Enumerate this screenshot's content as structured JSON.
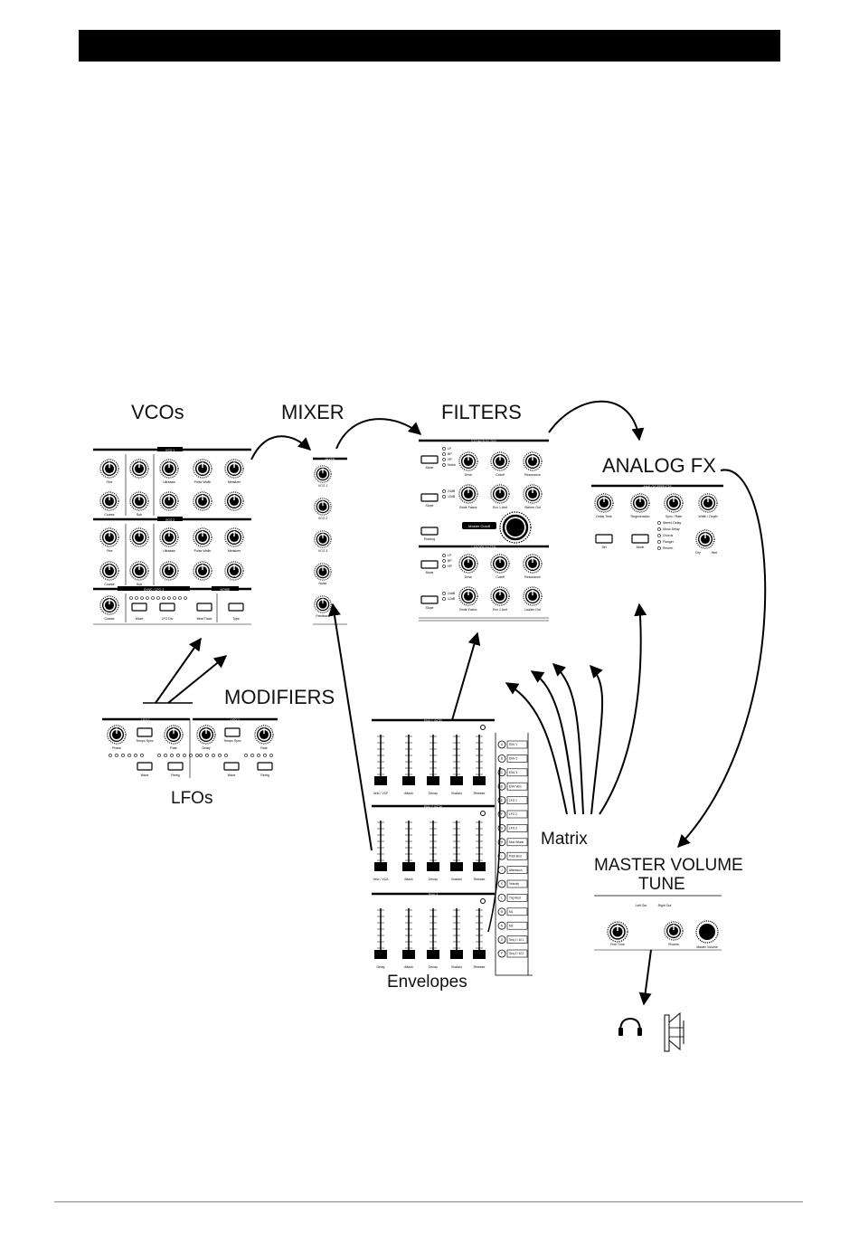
{
  "labels": {
    "vcos": "VCOs",
    "mixer": "MIXER",
    "filters": "FILTERS",
    "analog_fx": "ANALOG FX",
    "modifiers": "MODIFIERS",
    "lfos": "LFOs",
    "matrix": "Matrix",
    "master_volume": "MASTER VOLUME",
    "tune": "TUNE",
    "envelopes": "Envelopes"
  },
  "vco_panel": {
    "vco1_header": "VCO 1",
    "vco2_header": "VCO 2",
    "row1": [
      "Fine",
      "",
      "Ultrasaw",
      "Pulse Width",
      "Metalizer"
    ],
    "row2": [
      "Coarse",
      "Sub",
      "",
      "",
      ""
    ],
    "row3": [
      "Fine",
      "",
      "Ultrasaw",
      "Pulse Width",
      "Metalizer"
    ],
    "row4": [
      "Coarse",
      "Sub",
      "",
      "",
      ""
    ],
    "sync_header": "SYNC / LFO 3",
    "noise_header": "NOISE",
    "bottom": [
      "Coarse",
      "Wave",
      "LFO Div",
      "Beat Track",
      "Type"
    ]
  },
  "mixer_panel": {
    "header": "MIXER",
    "knobs": [
      "VCO 1",
      "VCO 2",
      "VCO 3",
      "Noise",
      "Feedback"
    ]
  },
  "filter_panel": {
    "steiner_header": "STEINER FILTER",
    "ladder_header": "LADDER FILTER",
    "steiner_modes": [
      "LP",
      "BP",
      "HP",
      "Notch"
    ],
    "ladder_modes": [
      "LP",
      "BP",
      "HP"
    ],
    "row1": [
      "Drive",
      "Cutoff",
      "Resonance"
    ],
    "row2": [
      "Brute Factor",
      "Env 1 Amt",
      "Steiner Out"
    ],
    "row3": [
      "Drive",
      "Cutoff",
      "Resonance"
    ],
    "row4": [
      "Brute Factor",
      "Env 1 Amt",
      "Ladder Out"
    ],
    "buttons": [
      "Mode",
      "Slope",
      "Routing",
      "Mode",
      "Slope"
    ],
    "slopes": [
      "24dB",
      "12dB"
    ],
    "master_cutoff": "Master Cutoff"
  },
  "fx_panel": {
    "header": "ANALOG EFFECTS",
    "knobs": [
      "Delay Time",
      "Regeneration",
      "Sync / Rate",
      "Width / Depth"
    ],
    "buttons": [
      "Sel",
      "Mode"
    ],
    "modes": [
      "Stereo Delay",
      "Mono Delay",
      "Chorus",
      "Flanger",
      "Reverb"
    ],
    "mix": [
      "Dry",
      "Wet"
    ]
  },
  "lfo_panel": {
    "headers": [
      "LFO 1",
      "LFO 2"
    ],
    "knobs": [
      "Phase",
      "Rate",
      "Delay",
      "Rate"
    ],
    "sync": [
      "Tempo Sync",
      "Tempo Sync"
    ],
    "buttons": [
      "Wave",
      "Retrig",
      "Wave",
      "Retrig"
    ]
  },
  "env_panel": {
    "headers": [
      "ENV 1 (VCF)",
      "ENV 2 (VCA)",
      "ENV 3"
    ],
    "sliders_1": [
      "Velo / VCF",
      "Attack",
      "Decay",
      "Sustain",
      "Release"
    ],
    "sliders_2": [
      "Velo / VCA",
      "Attack",
      "Decay",
      "Sustain",
      "Release"
    ],
    "sliders_3": [
      "Delay",
      "Attack",
      "Decay",
      "Sustain",
      "Release"
    ]
  },
  "matrix_panel": {
    "letters": [
      "A",
      "B",
      "C",
      "D",
      "E",
      "F",
      "G",
      "H",
      "I",
      "J",
      "K",
      "L",
      "M",
      "N",
      "O",
      "P"
    ],
    "sources": [
      "ENV 1",
      "ENV 2",
      "ENV 3",
      "ENV Velo",
      "LFO 1",
      "LFO 2",
      "LFO 3",
      "Mod Wheel",
      "Pitch Bnd",
      "Aftertouch",
      "Velocity",
      "Trig Rest",
      "M1",
      "M2",
      "Seq 1 / M 1",
      "Seq 2 / M 2"
    ]
  },
  "master_panel": {
    "knobs": [
      "Fine Tune",
      "Phones",
      "Master Volume"
    ],
    "outputs": [
      "Left Out",
      "Right Out"
    ]
  },
  "icons": [
    "headphones-icon",
    "speaker-icon"
  ]
}
